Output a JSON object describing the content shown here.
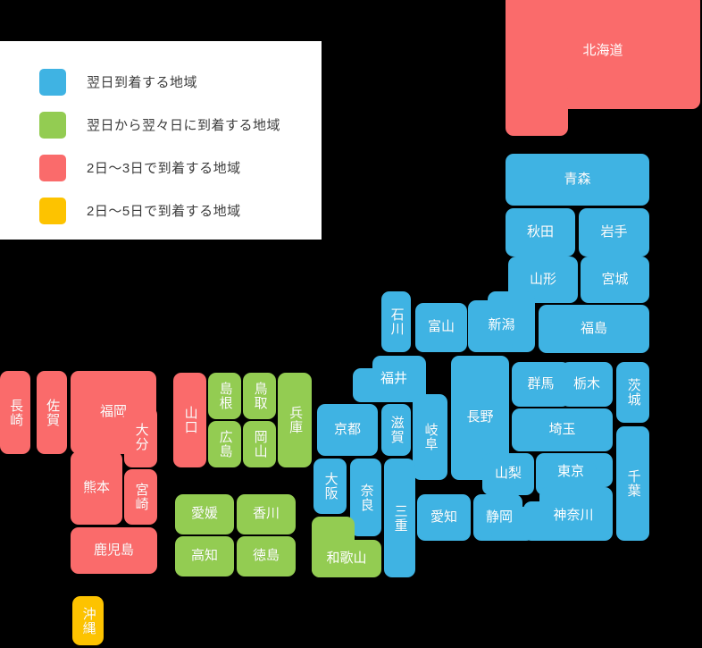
{
  "colors": {
    "next_day": "#3fb3e3",
    "next_to_two_day": "#93cc52",
    "two_to_three_day": "#fa6b6b",
    "two_to_five_day": "#fdc300",
    "background": "#000000",
    "legend_background": "#ffffff",
    "legend_text": "#3c3c3c"
  },
  "legend": {
    "items": [
      {
        "color_key": "next_day",
        "swatch": "#3fb3e3",
        "label": "翌日到着する地域"
      },
      {
        "color_key": "next_to_two_day",
        "swatch": "#93cc52",
        "label": "翌日から翌々日に到着する地域"
      },
      {
        "color_key": "two_to_three_day",
        "swatch": "#fa6b6b",
        "label": "2日〜3日で到着する地域"
      },
      {
        "color_key": "two_to_five_day",
        "swatch": "#fdc300",
        "label": "2日〜5日で到着する地域"
      }
    ]
  },
  "map": {
    "prefectures": [
      {
        "name": "北海道",
        "label": "北海道",
        "color": "#fa6b6b",
        "vertical": false
      },
      {
        "name": "青森",
        "label": "青森",
        "color": "#3fb3e3",
        "vertical": false
      },
      {
        "name": "秋田",
        "label": "秋田",
        "color": "#3fb3e3",
        "vertical": false
      },
      {
        "name": "岩手",
        "label": "岩手",
        "color": "#3fb3e3",
        "vertical": false
      },
      {
        "name": "山形",
        "label": "山形",
        "color": "#3fb3e3",
        "vertical": false
      },
      {
        "name": "宮城",
        "label": "宮城",
        "color": "#3fb3e3",
        "vertical": false
      },
      {
        "name": "福島",
        "label": "福島",
        "color": "#3fb3e3",
        "vertical": false
      },
      {
        "name": "石川",
        "label": "石川",
        "color": "#3fb3e3",
        "vertical": true
      },
      {
        "name": "富山",
        "label": "富山",
        "color": "#3fb3e3",
        "vertical": false
      },
      {
        "name": "新潟",
        "label": "新潟",
        "color": "#3fb3e3",
        "vertical": false
      },
      {
        "name": "福井",
        "label": "福井",
        "color": "#3fb3e3",
        "vertical": false
      },
      {
        "name": "岐阜",
        "label": "岐阜",
        "color": "#3fb3e3",
        "vertical": true
      },
      {
        "name": "長野",
        "label": "長野",
        "color": "#3fb3e3",
        "vertical": false
      },
      {
        "name": "群馬",
        "label": "群馬",
        "color": "#3fb3e3",
        "vertical": false
      },
      {
        "name": "栃木",
        "label": "栃木",
        "color": "#3fb3e3",
        "vertical": false
      },
      {
        "name": "茨城",
        "label": "茨城",
        "color": "#3fb3e3",
        "vertical": true
      },
      {
        "name": "埼玉",
        "label": "埼玉",
        "color": "#3fb3e3",
        "vertical": false
      },
      {
        "name": "山梨",
        "label": "山梨",
        "color": "#3fb3e3",
        "vertical": false
      },
      {
        "name": "東京",
        "label": "東京",
        "color": "#3fb3e3",
        "vertical": false
      },
      {
        "name": "千葉",
        "label": "千葉",
        "color": "#3fb3e3",
        "vertical": true
      },
      {
        "name": "愛知",
        "label": "愛知",
        "color": "#3fb3e3",
        "vertical": false
      },
      {
        "name": "静岡",
        "label": "静岡",
        "color": "#3fb3e3",
        "vertical": false
      },
      {
        "name": "神奈川",
        "label": "神奈川",
        "color": "#3fb3e3",
        "vertical": false
      },
      {
        "name": "京都",
        "label": "京都",
        "color": "#3fb3e3",
        "vertical": false
      },
      {
        "name": "滋賀",
        "label": "滋賀",
        "color": "#3fb3e3",
        "vertical": true
      },
      {
        "name": "大阪",
        "label": "大阪",
        "color": "#3fb3e3",
        "vertical": true
      },
      {
        "name": "奈良",
        "label": "奈良",
        "color": "#3fb3e3",
        "vertical": true
      },
      {
        "name": "三重",
        "label": "三重",
        "color": "#3fb3e3",
        "vertical": true
      },
      {
        "name": "和歌山",
        "label": "和歌山",
        "color": "#93cc52",
        "vertical": false
      },
      {
        "name": "兵庫",
        "label": "兵庫",
        "color": "#93cc52",
        "vertical": true
      },
      {
        "name": "鳥取",
        "label": "鳥取",
        "color": "#93cc52",
        "vertical": true
      },
      {
        "name": "岡山",
        "label": "岡山",
        "color": "#93cc52",
        "vertical": true
      },
      {
        "name": "島根",
        "label": "島根",
        "color": "#93cc52",
        "vertical": true
      },
      {
        "name": "広島",
        "label": "広島",
        "color": "#93cc52",
        "vertical": true
      },
      {
        "name": "山口",
        "label": "山口",
        "color": "#fa6b6b",
        "vertical": true
      },
      {
        "name": "愛媛",
        "label": "愛媛",
        "color": "#93cc52",
        "vertical": false
      },
      {
        "name": "香川",
        "label": "香川",
        "color": "#93cc52",
        "vertical": false
      },
      {
        "name": "高知",
        "label": "高知",
        "color": "#93cc52",
        "vertical": false
      },
      {
        "name": "徳島",
        "label": "徳島",
        "color": "#93cc52",
        "vertical": false
      },
      {
        "name": "長崎",
        "label": "長崎",
        "color": "#fa6b6b",
        "vertical": true
      },
      {
        "name": "佐賀",
        "label": "佐賀",
        "color": "#fa6b6b",
        "vertical": true
      },
      {
        "name": "福岡",
        "label": "福岡",
        "color": "#fa6b6b",
        "vertical": false
      },
      {
        "name": "大分",
        "label": "大分",
        "color": "#fa6b6b",
        "vertical": true
      },
      {
        "name": "熊本",
        "label": "熊本",
        "color": "#fa6b6b",
        "vertical": false
      },
      {
        "name": "宮崎",
        "label": "宮崎",
        "color": "#fa6b6b",
        "vertical": true
      },
      {
        "name": "鹿児島",
        "label": "鹿児島",
        "color": "#fa6b6b",
        "vertical": false
      },
      {
        "name": "沖縄",
        "label": "沖縄",
        "color": "#fdc300",
        "vertical": true
      }
    ]
  }
}
